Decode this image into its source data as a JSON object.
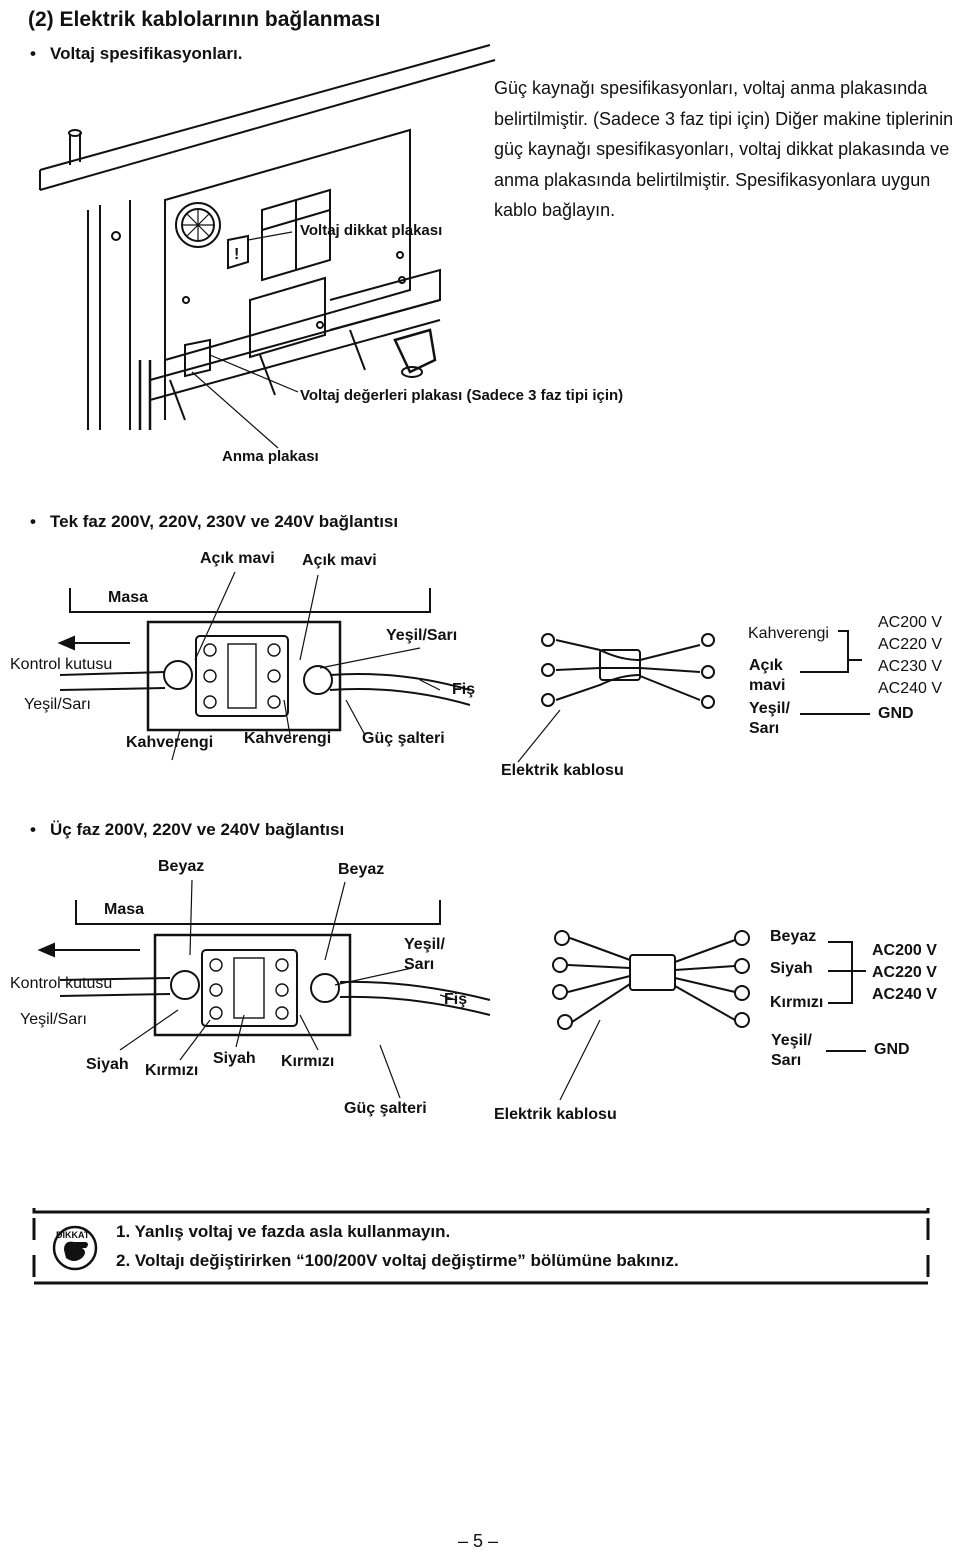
{
  "heading": "(2) Elektrik kablolarının bağlanması",
  "voltage_spec": {
    "bullet": "Voltaj spesifikasyonları.",
    "description": "Güç kaynağı spesifikasyonları, voltaj anma plakasında belirtilmiştir. (Sadece 3 faz tipi için) Diğer makine tiplerinin güç kaynağı spesifikasyonları, voltaj dikkat plakasında ve anma plakasında belirtilmiştir. Spesifikasyonlara uygun kablo bağlayın.",
    "label_caution_plate": "Voltaj dikkat plakası",
    "label_voltage_plate": "Voltaj değerleri plakası (Sadece 3 faz tipi için)",
    "label_rating_plate": "Anma plakası"
  },
  "single_phase": {
    "bullet": "Tek faz 200V, 220V, 230V ve 240V bağlantısı",
    "light_blue_1": "Açık mavi",
    "light_blue_2": "Açık mavi",
    "table": "Masa",
    "control_box": "Kontrol kutusu",
    "yellow_green_left": "Yeşil/Sarı",
    "yellow_green_top": "Yeşil/Sarı",
    "plug": "Fiş",
    "brown_1": "Kahverengi",
    "brown_2": "Kahverengi",
    "power_switch": "Güç şalteri",
    "power_cord": "Elektrik kablosu",
    "cord_brown": "Kahverengi",
    "cord_light_blue_1": "Açık",
    "cord_light_blue_2": "mavi",
    "cord_yg_1": "Yeşil/",
    "cord_yg_2": "Sarı",
    "voltages": [
      "AC200 V",
      "AC220 V",
      "AC230 V",
      "AC240 V"
    ],
    "gnd": "GND"
  },
  "three_phase": {
    "bullet": "Üç faz 200V, 220V ve 240V bağlantısı",
    "white_1": "Beyaz",
    "white_2": "Beyaz",
    "table": "Masa",
    "control_box": "Kontrol kutusu",
    "yellow_green_left": "Yeşil/Sarı",
    "yellow_green_top_1": "Yeşil/",
    "yellow_green_top_2": "Sarı",
    "plug": "Fiş",
    "black_1": "Siyah",
    "red_1": "Kırmızı",
    "black_2": "Siyah",
    "red_2": "Kırmızı",
    "power_switch": "Güç şalteri",
    "power_cord": "Elektrik kablosu",
    "cord_white": "Beyaz",
    "cord_black": "Siyah",
    "cord_red": "Kırmızı",
    "cord_yg_1": "Yeşil/",
    "cord_yg_2": "Sarı",
    "voltages": [
      "AC200 V",
      "AC220 V",
      "AC240 V"
    ],
    "gnd": "GND"
  },
  "caution": {
    "icon_text": "DİKKAT",
    "items": [
      "1. Yanlış voltaj ve fazda asla kullanmayın.",
      "2. Voltajı değiştirirken “100/200V voltaj değiştirme” bölümüne bakınız."
    ]
  },
  "page_number": "– 5 –"
}
